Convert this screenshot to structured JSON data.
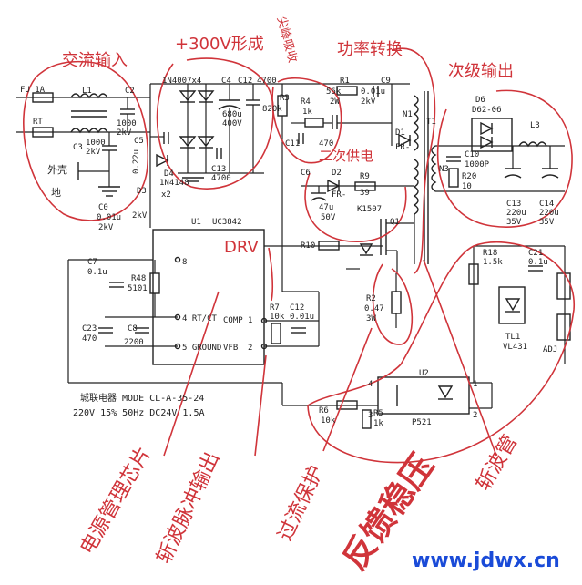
{
  "annotations": {
    "ac_input": "交流输入",
    "v300_form": "+300V形成",
    "spike_absorb": "尖峰吸收",
    "power_convert": "功率转换",
    "secondary_output": "次级输出",
    "secondary_supply": "二次供电",
    "drv": "DRV",
    "power_ic": "电源管理芯片",
    "chop_pulse_out": "斩波脉冲输出",
    "overcurrent": "过流保护",
    "feedback": "反馈稳压",
    "chop_tube": "斩波管",
    "shell": "外壳",
    "ground": "地"
  },
  "components": {
    "fu1": "FU 1A",
    "rt": "RT",
    "l1": "L1",
    "c2": "C2",
    "c2_val1": "1000",
    "c2_val2": "2kV",
    "c3": "C3",
    "c3_val1": "1000",
    "c3_val2": "2kV",
    "c0": "C0",
    "c0_val1": "0.01u",
    "c0_val2": "2kV",
    "c5": "C5",
    "c5_val": "0.22u",
    "d4": "D4",
    "d4_val": "1N4148",
    "x2": "x2",
    "d3": "D3",
    "d3_val": "2kV",
    "bridge": "1N4007x4",
    "c4": "C4",
    "c4_val1": "680u",
    "c4_val2": "400V",
    "c12": "C12",
    "c12_val": "4700",
    "c13": "C13",
    "c13_val": "4700",
    "r3": "R3",
    "r3_val": "820k",
    "r4": "R4",
    "r4_val": "1k",
    "c11": "C11",
    "c11_val": "470",
    "r1": "R1",
    "r1_val1": "56k",
    "r1_val2": "2W",
    "c9": "C9",
    "c9_val1": "0.01u",
    "c9_val2": "2kV",
    "n1": "N1",
    "d1": "D1",
    "d1_val": "FR-",
    "t1": "T1",
    "n3": "N3",
    "c6": "C6",
    "c6_val1": "47u",
    "c6_val2": "50V",
    "d2": "D2",
    "d2_val": "FR-",
    "r9": "R9",
    "r9_val": "39",
    "k1507": "K1507",
    "q1": "Q1",
    "r10": "R10",
    "u1": "U1",
    "u1_val": "UC3842",
    "c7": "C7",
    "c7_val": "0.1u",
    "r48": "R48",
    "r48_val": "5101",
    "pin8": "8",
    "pin4": "4 RT/CT",
    "pin5": "5 GROUND",
    "comp": "COMP",
    "comp_pin": "1",
    "vfb": "VFB",
    "vfb_pin": "2",
    "c23": "C23",
    "c23_val": "470",
    "c8": "C8",
    "c8_val": "2200",
    "r7": "R7",
    "r7_val": "10k",
    "c12b": "C12",
    "c12b_val": "0.01u",
    "r2": "R2",
    "r2_val1": "0.47",
    "r2_val2": "3W",
    "d6": "D6",
    "d6_val": "D62-06",
    "l3": "L3",
    "c10": "C10",
    "c10_val": "1000P",
    "r20": "R20",
    "r20_val": "10",
    "c13b": "C13",
    "c13b_val1": "220u",
    "c13b_val2": "35V",
    "c14": "C14",
    "c14_val1": "220u",
    "c14_val2": "35V",
    "r18": "R18",
    "r18_val": "1.5k",
    "c21": "C21",
    "c21_val": "0.1u",
    "tl1": "TL1",
    "tl1_val": "VL431",
    "adj": "ADJ",
    "u2": "U2",
    "u2_val": "P521",
    "r6": "R6",
    "r6_val": "10k",
    "r5": "R5",
    "r5_val": "1k",
    "u2_pin1": "1",
    "u2_pin2": "2",
    "u2_pin3": "3",
    "u2_pin4": "4"
  },
  "footer": {
    "maker_model": "城联电器 MODE CL-A-35-24",
    "spec": "220V 15% 50Hz DC24V 1.5A"
  },
  "watermark": "www.jdwx.cn",
  "colors": {
    "annotation": "#d0343a",
    "watermark": "#1a4bd8",
    "ink": "#222222"
  }
}
